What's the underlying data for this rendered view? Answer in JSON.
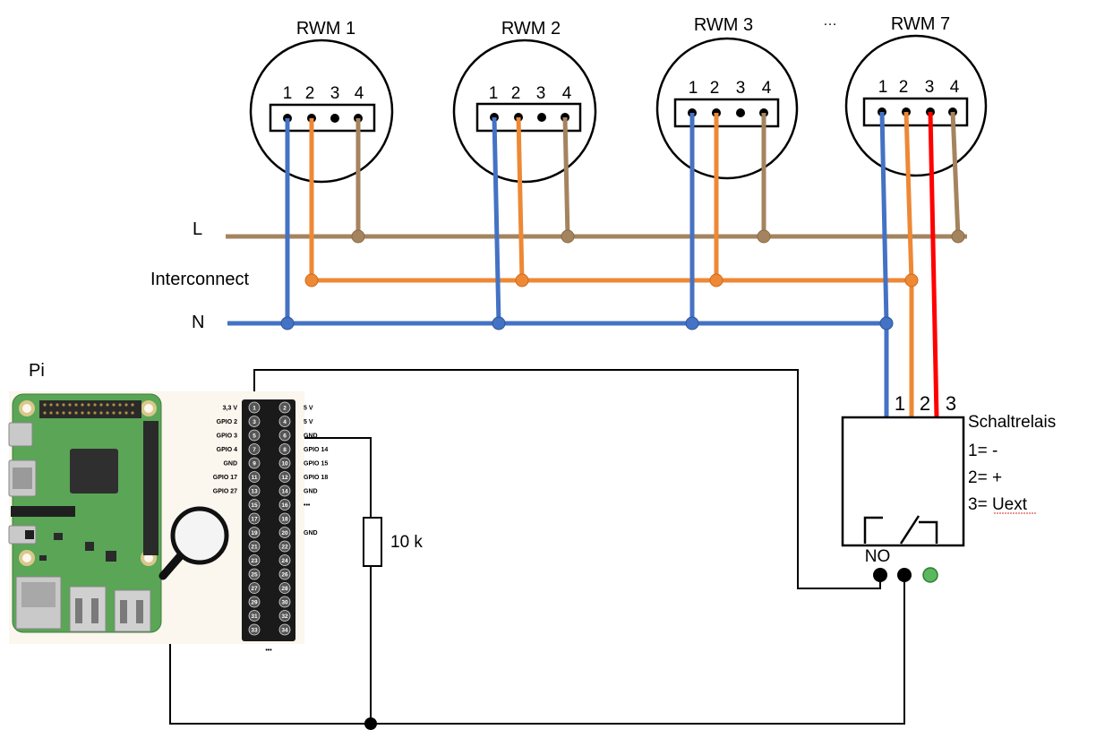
{
  "detectors": [
    {
      "title": "RWM 1",
      "pins": [
        "1",
        "2",
        "3",
        "4"
      ]
    },
    {
      "title": "RWM 2",
      "pins": [
        "1",
        "2",
        "3",
        "4"
      ]
    },
    {
      "title": "RWM 3",
      "pins": [
        "1",
        "2",
        "3",
        "4"
      ]
    },
    {
      "title": "RWM 7",
      "pins": [
        "1",
        "2",
        "3",
        "4"
      ]
    }
  ],
  "ellipsis": "…",
  "bus": {
    "l_label": "L",
    "interconnect_label": "Interconnect",
    "n_label": "N"
  },
  "pi": {
    "label": "Pi",
    "header_left": [
      "3,3 V",
      "GPIO 2",
      "GPIO 3",
      "GPIO 4",
      "GND",
      "GPIO 17",
      "GPIO 27"
    ],
    "header_right": [
      "5 V",
      "5 V",
      "GND",
      "GPIO 14",
      "GPIO 15",
      "GPIO 18",
      "GND",
      "•••",
      "",
      "GND"
    ],
    "pin_numbers": [
      "1",
      "2",
      "3",
      "4",
      "5",
      "6",
      "7",
      "8",
      "9",
      "10",
      "11",
      "12",
      "13",
      "14",
      "15",
      "16",
      "17",
      "18",
      "19",
      "20",
      "21",
      "22",
      "23",
      "24",
      "25",
      "26",
      "27",
      "28",
      "29",
      "30",
      "31",
      "32",
      "33",
      "34"
    ],
    "more": "•••"
  },
  "resistor": {
    "label": "10 k"
  },
  "relay": {
    "title": "Schaltrelais",
    "terminals": [
      "1",
      "2",
      "3"
    ],
    "legend": [
      "1= -",
      "2= +",
      "3= Uext"
    ],
    "no_label": "NO"
  },
  "colors": {
    "l_wire": "#a4845f",
    "interconnect_wire": "#ee8835",
    "n_wire": "#4472c4",
    "uext_wire": "#ff0000",
    "board_green": "#5aa556",
    "indicator": "#5cb85c"
  }
}
